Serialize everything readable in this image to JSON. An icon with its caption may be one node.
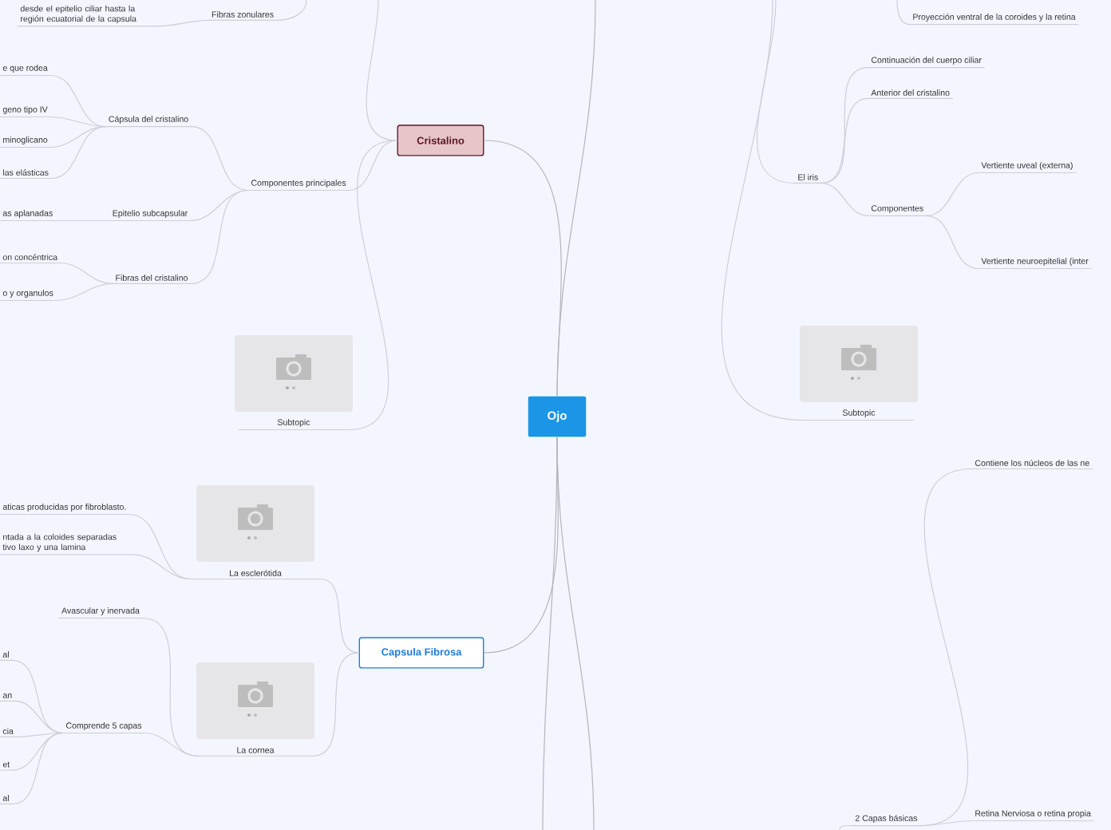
{
  "diagram": {
    "nodes": [
      {
        "text": [
          "Ojo"
        ]
      },
      {
        "text": [
          "Cristalino"
        ]
      },
      {
        "text": [
          "Capsula Fibrosa"
        ]
      },
      {
        "text": [
          "Componentes principales"
        ]
      },
      {
        "text": [
          "Cápsula del cristalino"
        ]
      },
      {
        "text": [
          "e que rodea"
        ]
      },
      {
        "text": [
          "geno tipo IV"
        ]
      },
      {
        "text": [
          "minoglicano"
        ]
      },
      {
        "text": [
          "las elásticas"
        ]
      },
      {
        "text": [
          "Epitelio subcapsular"
        ]
      },
      {
        "text": [
          "as aplanadas"
        ]
      },
      {
        "text": [
          "Fibras del cristalino"
        ]
      },
      {
        "text": [
          "on concéntrica"
        ]
      },
      {
        "text": [
          "o y organulos"
        ]
      },
      {
        "text": [
          "Fibras zonulares"
        ]
      },
      {
        "text": [
          "desde el epitelio ciliar hasta la región ecuatorial de la capsula"
        ]
      },
      {
        "text": [
          "Subtopic"
        ]
      },
      {
        "text": [
          "La esclerótida"
        ]
      },
      {
        "text": [
          "aticas producidas por fibroblasto."
        ]
      },
      {
        "text": [
          "ntada a la coloides separadas tivo laxo y una lamina"
        ]
      },
      {
        "text": [
          "La cornea"
        ]
      },
      {
        "text": [
          "Avascular y inervada"
        ]
      },
      {
        "text": [
          "Comprende 5 capas"
        ]
      },
      {
        "text": [
          "al"
        ]
      },
      {
        "text": [
          "an"
        ]
      },
      {
        "text": [
          "cia"
        ]
      },
      {
        "text": [
          "et"
        ]
      },
      {
        "text": [
          "al"
        ]
      },
      {
        "text": [
          "Proyección ventral de la coroides y la retina"
        ]
      },
      {
        "text": [
          "El iris"
        ]
      },
      {
        "text": [
          "Continuación del cuerpo ciliar"
        ]
      },
      {
        "text": [
          "Anterior del cristalino"
        ]
      },
      {
        "text": [
          "Componentes"
        ]
      },
      {
        "text": [
          "Vertiente uveal (externa)"
        ]
      },
      {
        "text": [
          "Vertiente neuroepitelial (inter"
        ]
      },
      {
        "text": [
          "Subtopic"
        ]
      },
      {
        "text": [
          "Contiene los núcleos de las ne"
        ]
      },
      {
        "text": [
          "2 Capas básicas"
        ]
      },
      {
        "text": [
          "Retina Nerviosa o retina propia"
        ]
      }
    ],
    "edges": [
      {
        "from": 0,
        "to": 1,
        "arrow": "none"
      },
      {
        "from": 0,
        "to": 2,
        "arrow": "none"
      },
      {
        "from": 0,
        "to": null,
        "arrow": "none"
      },
      {
        "from": 0,
        "to": null,
        "arrow": "none"
      },
      {
        "from": 0,
        "to": null,
        "arrow": "none"
      },
      {
        "from": 1,
        "to": null,
        "arrow": "none"
      },
      {
        "from": 1,
        "to": 3,
        "arrow": "none"
      },
      {
        "from": 1,
        "to": 16,
        "arrow": "none"
      },
      {
        "from": 3,
        "to": 4,
        "arrow": "none"
      },
      {
        "from": 3,
        "to": 9,
        "arrow": "none"
      },
      {
        "from": 3,
        "to": 11,
        "arrow": "none"
      },
      {
        "from": 4,
        "to": 5,
        "arrow": "none"
      },
      {
        "from": 4,
        "to": 6,
        "arrow": "none"
      },
      {
        "from": 4,
        "to": 7,
        "arrow": "none"
      },
      {
        "from": 4,
        "to": 8,
        "arrow": "none"
      },
      {
        "from": 9,
        "to": 10,
        "arrow": "none"
      },
      {
        "from": 11,
        "to": 12,
        "arrow": "none"
      },
      {
        "from": 11,
        "to": 13,
        "arrow": "none"
      },
      {
        "from": null,
        "to": 14,
        "arrow": "none"
      },
      {
        "from": 14,
        "to": 15,
        "arrow": "none"
      },
      {
        "from": 2,
        "to": 17,
        "arrow": "none"
      },
      {
        "from": 2,
        "to": 20,
        "arrow": "none"
      },
      {
        "from": 17,
        "to": 18,
        "arrow": "none"
      },
      {
        "from": 17,
        "to": 19,
        "arrow": "none"
      },
      {
        "from": 20,
        "to": 21,
        "arrow": "none"
      },
      {
        "from": 20,
        "to": 22,
        "arrow": "none"
      },
      {
        "from": 22,
        "to": 23,
        "arrow": "none"
      },
      {
        "from": 22,
        "to": 24,
        "arrow": "none"
      },
      {
        "from": 22,
        "to": 25,
        "arrow": "none"
      },
      {
        "from": 22,
        "to": 26,
        "arrow": "none"
      },
      {
        "from": 22,
        "to": 27,
        "arrow": "none"
      },
      {
        "from": null,
        "to": 28,
        "arrow": "none"
      },
      {
        "from": null,
        "to": 29,
        "arrow": "none"
      },
      {
        "from": 29,
        "to": 30,
        "arrow": "none"
      },
      {
        "from": 29,
        "to": 31,
        "arrow": "none"
      },
      {
        "from": 29,
        "to": 32,
        "arrow": "none"
      },
      {
        "from": 32,
        "to": 33,
        "arrow": "none"
      },
      {
        "from": 32,
        "to": 34,
        "arrow": "none"
      },
      {
        "from": null,
        "to": 35,
        "arrow": "none"
      },
      {
        "from": null,
        "to": 37,
        "arrow": "none"
      },
      {
        "from": 37,
        "to": 36,
        "arrow": "none"
      },
      {
        "from": 37,
        "to": 38,
        "arrow": "none"
      }
    ]
  }
}
